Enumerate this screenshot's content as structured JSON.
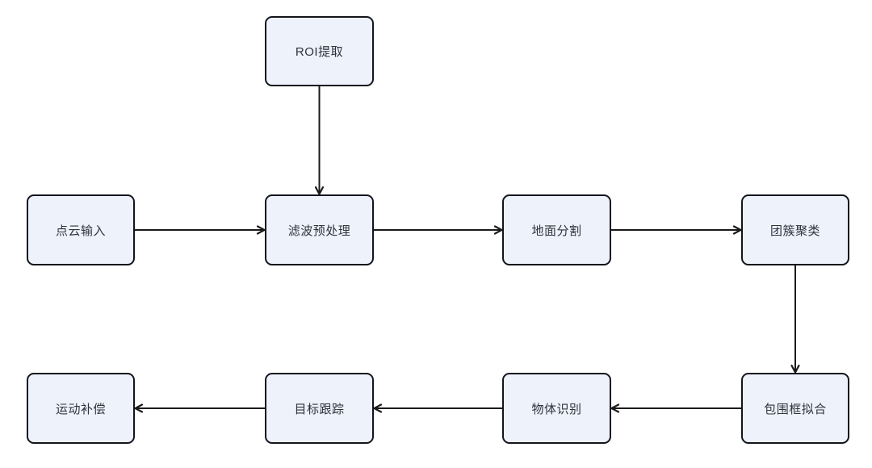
{
  "diagram": {
    "type": "flowchart",
    "background": "#ffffff",
    "colors": {
      "node_fill": "#edf2fb",
      "node_border": "#14151c",
      "label_text": "#32323c",
      "arrow": "#1a1a1a"
    },
    "nodes": [
      {
        "id": "roi",
        "label": "ROI提取"
      },
      {
        "id": "input",
        "label": "点云输入"
      },
      {
        "id": "filter",
        "label": "滤波预处理"
      },
      {
        "id": "ground",
        "label": "地面分割"
      },
      {
        "id": "cluster",
        "label": "团簇聚类"
      },
      {
        "id": "bbox",
        "label": "包围框拟合"
      },
      {
        "id": "object",
        "label": "物体识别"
      },
      {
        "id": "track",
        "label": "目标跟踪"
      },
      {
        "id": "motion",
        "label": "运动补偿"
      }
    ],
    "edges": [
      {
        "from": "roi",
        "to": "filter"
      },
      {
        "from": "input",
        "to": "filter"
      },
      {
        "from": "filter",
        "to": "ground"
      },
      {
        "from": "ground",
        "to": "cluster"
      },
      {
        "from": "cluster",
        "to": "bbox"
      },
      {
        "from": "bbox",
        "to": "object"
      },
      {
        "from": "object",
        "to": "track"
      },
      {
        "from": "track",
        "to": "motion"
      }
    ]
  }
}
